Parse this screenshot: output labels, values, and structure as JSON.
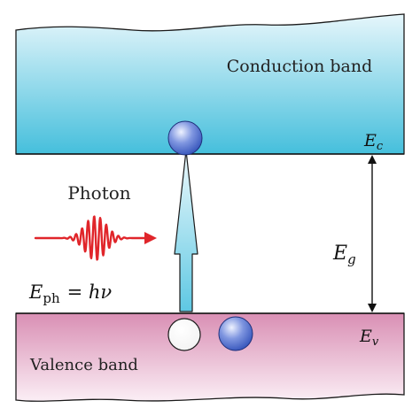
{
  "bands": {
    "conduction_label": "Conduction band",
    "valence_label": "Valence band",
    "conduction_color_top": "#e6f6fb",
    "conduction_color_bottom": "#45bfdc",
    "valence_color_top": "#d98fb4",
    "valence_color_bottom": "#fbeef5"
  },
  "levels": {
    "ec_symbol": "E",
    "ec_subscript": "c",
    "ev_symbol": "E",
    "ev_subscript": "v",
    "eg_symbol": "E",
    "eg_subscript": "g"
  },
  "photon": {
    "label": "Photon",
    "energy_symbol": "E",
    "energy_subscript": "ph",
    "energy_rhs": "= hν",
    "wave_color": "#e0252a"
  },
  "particles": {
    "electron_color": "#2f4fb8",
    "hole_color": "#ffffff"
  },
  "arrow": {
    "fill_top": "#eef9fc",
    "fill_bottom": "#5ec8e3"
  }
}
